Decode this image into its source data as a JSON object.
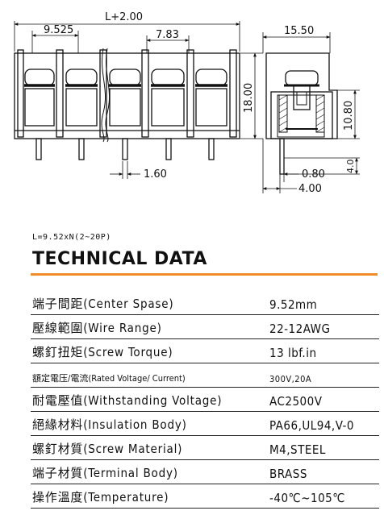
{
  "drawing": {
    "dim_total": "L+2.00",
    "dim_pitch": "9.525",
    "dim_pitch2": "7.83",
    "dim_pin": "1.60",
    "dim_height": "18.00",
    "dim_depth": "15.50",
    "dim_inner": "10.80",
    "dim_pin_len": "4.0",
    "dim_pin_w": "0.80",
    "dim_pin_off": "4.00"
  },
  "formula": "L=9.52xN(2~20P)",
  "title": "TECHNICAL DATA",
  "accent_color": "#f28c28",
  "specs": [
    {
      "label": "端子間距(Center Spase)",
      "value": "9.52mm"
    },
    {
      "label": "壓線範圍(Wire Range)",
      "value": "22-12AWG"
    },
    {
      "label": "螺釘扭矩(Screw Torque)",
      "value": "13 lbf.in"
    },
    {
      "label": "額定電压/電流(Rated Voltage/ Current)",
      "value": "300V,20A",
      "small": true
    },
    {
      "label": "耐電壓值(Withstanding Voltage)",
      "value": "AC2500V"
    },
    {
      "label": "絕緣材料(Insulation Body)",
      "value": "PA66,UL94,V-0"
    },
    {
      "label": "螺釘材質(Screw Material)",
      "value": "M4,STEEL"
    },
    {
      "label": "端子材質(Terminal Body)",
      "value": "BRASS"
    },
    {
      "label": "操作溫度(Temperature)",
      "value": "-40℃~105℃"
    }
  ]
}
